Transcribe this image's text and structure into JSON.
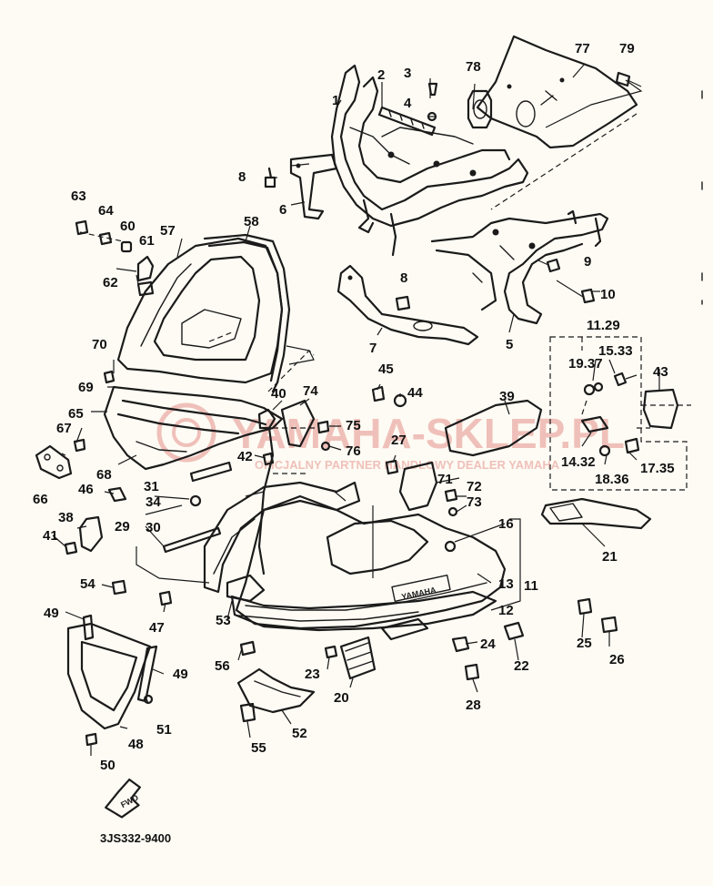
{
  "diagram": {
    "reference_code": "3JS332-9400",
    "fwd_label": "FWD",
    "brand_on_cowl": "YAMAHA",
    "watermark": {
      "line1": "YAMAHA-SKLEP.PL",
      "line2": "OFICJALNY PARTNER HANDLOWY DEALER YAMAHA"
    },
    "colors": {
      "ink": "#1b1b1b",
      "paper": "#fdfbf4",
      "watermark": "#d6554f"
    },
    "parts": [
      {
        "id": "p1",
        "text": "1"
      },
      {
        "id": "p2",
        "text": "2"
      },
      {
        "id": "p3",
        "text": "3"
      },
      {
        "id": "p4",
        "text": "4"
      },
      {
        "id": "p5",
        "text": "5"
      },
      {
        "id": "p6",
        "text": "6"
      },
      {
        "id": "p7",
        "text": "7"
      },
      {
        "id": "p8a",
        "text": "8"
      },
      {
        "id": "p8b",
        "text": "8"
      },
      {
        "id": "p9",
        "text": "9"
      },
      {
        "id": "p10",
        "text": "10"
      },
      {
        "id": "p11",
        "text": "11"
      },
      {
        "id": "p1129",
        "text": "11.29"
      },
      {
        "id": "p12",
        "text": "12"
      },
      {
        "id": "p13",
        "text": "13"
      },
      {
        "id": "p1432",
        "text": "14.32"
      },
      {
        "id": "p1533",
        "text": "15.33"
      },
      {
        "id": "p16",
        "text": "16"
      },
      {
        "id": "p1735",
        "text": "17.35"
      },
      {
        "id": "p1836",
        "text": "18.36"
      },
      {
        "id": "p1937",
        "text": "19.37"
      },
      {
        "id": "p20",
        "text": "20"
      },
      {
        "id": "p21",
        "text": "21"
      },
      {
        "id": "p22",
        "text": "22"
      },
      {
        "id": "p23",
        "text": "23"
      },
      {
        "id": "p24",
        "text": "24"
      },
      {
        "id": "p25",
        "text": "25"
      },
      {
        "id": "p26",
        "text": "26"
      },
      {
        "id": "p27",
        "text": "27"
      },
      {
        "id": "p28",
        "text": "28"
      },
      {
        "id": "p29",
        "text": "29"
      },
      {
        "id": "p30",
        "text": "30"
      },
      {
        "id": "p31",
        "text": "31"
      },
      {
        "id": "p34",
        "text": "34"
      },
      {
        "id": "p38",
        "text": "38"
      },
      {
        "id": "p39",
        "text": "39"
      },
      {
        "id": "p40",
        "text": "40"
      },
      {
        "id": "p41",
        "text": "41"
      },
      {
        "id": "p42",
        "text": "42"
      },
      {
        "id": "p43",
        "text": "43"
      },
      {
        "id": "p44",
        "text": "44"
      },
      {
        "id": "p45",
        "text": "45"
      },
      {
        "id": "p46",
        "text": "46"
      },
      {
        "id": "p47",
        "text": "47"
      },
      {
        "id": "p48",
        "text": "48"
      },
      {
        "id": "p49a",
        "text": "49"
      },
      {
        "id": "p49b",
        "text": "49"
      },
      {
        "id": "p50",
        "text": "50"
      },
      {
        "id": "p51",
        "text": "51"
      },
      {
        "id": "p52",
        "text": "52"
      },
      {
        "id": "p53",
        "text": "53"
      },
      {
        "id": "p54",
        "text": "54"
      },
      {
        "id": "p55",
        "text": "55"
      },
      {
        "id": "p56",
        "text": "56"
      },
      {
        "id": "p57",
        "text": "57"
      },
      {
        "id": "p58",
        "text": "58"
      },
      {
        "id": "p60",
        "text": "60"
      },
      {
        "id": "p61",
        "text": "61"
      },
      {
        "id": "p62",
        "text": "62"
      },
      {
        "id": "p63",
        "text": "63"
      },
      {
        "id": "p64",
        "text": "64"
      },
      {
        "id": "p65",
        "text": "65"
      },
      {
        "id": "p66",
        "text": "66"
      },
      {
        "id": "p67",
        "text": "67"
      },
      {
        "id": "p68",
        "text": "68"
      },
      {
        "id": "p69",
        "text": "69"
      },
      {
        "id": "p70",
        "text": "70"
      },
      {
        "id": "p71",
        "text": "71"
      },
      {
        "id": "p72",
        "text": "72"
      },
      {
        "id": "p73",
        "text": "73"
      },
      {
        "id": "p74",
        "text": "74"
      },
      {
        "id": "p75",
        "text": "75"
      },
      {
        "id": "p76",
        "text": "76"
      },
      {
        "id": "p77",
        "text": "77"
      },
      {
        "id": "p78",
        "text": "78"
      },
      {
        "id": "p79",
        "text": "79"
      }
    ]
  }
}
